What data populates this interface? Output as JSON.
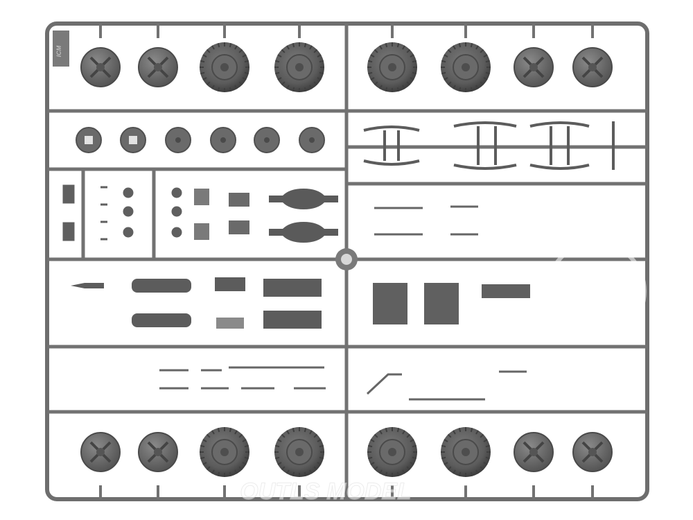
{
  "image": {
    "description_tags": [
      "plastic-model-sprue",
      "kit-parts",
      "grey-plastic"
    ],
    "colors": {
      "background": "#ffffff",
      "plastic": "#6e6e6e",
      "plastic_dark": "#4a4a4a",
      "plastic_light": "#8c8c8c",
      "tire": "#5a5a5a",
      "watermark": "#e6e6e6"
    }
  },
  "sprue": {
    "brand_tag": "ICM",
    "watermark_text": "OUTLS MODEL"
  },
  "parts": {
    "top_wheels": [
      {
        "kind": "rim"
      },
      {
        "kind": "rim"
      },
      {
        "kind": "tire"
      },
      {
        "kind": "tire"
      },
      {
        "kind": "tire"
      },
      {
        "kind": "tire"
      },
      {
        "kind": "rim"
      },
      {
        "kind": "rim"
      }
    ],
    "bottom_wheels": [
      {
        "kind": "rim"
      },
      {
        "kind": "rim"
      },
      {
        "kind": "tire"
      },
      {
        "kind": "tire"
      },
      {
        "kind": "tire"
      },
      {
        "kind": "tire"
      },
      {
        "kind": "rim"
      },
      {
        "kind": "rim"
      }
    ],
    "disc_row": [
      {
        "kind": "hub-square"
      },
      {
        "kind": "hub-square"
      },
      {
        "kind": "disc"
      },
      {
        "kind": "disc"
      },
      {
        "kind": "disc"
      },
      {
        "kind": "disc"
      }
    ]
  }
}
